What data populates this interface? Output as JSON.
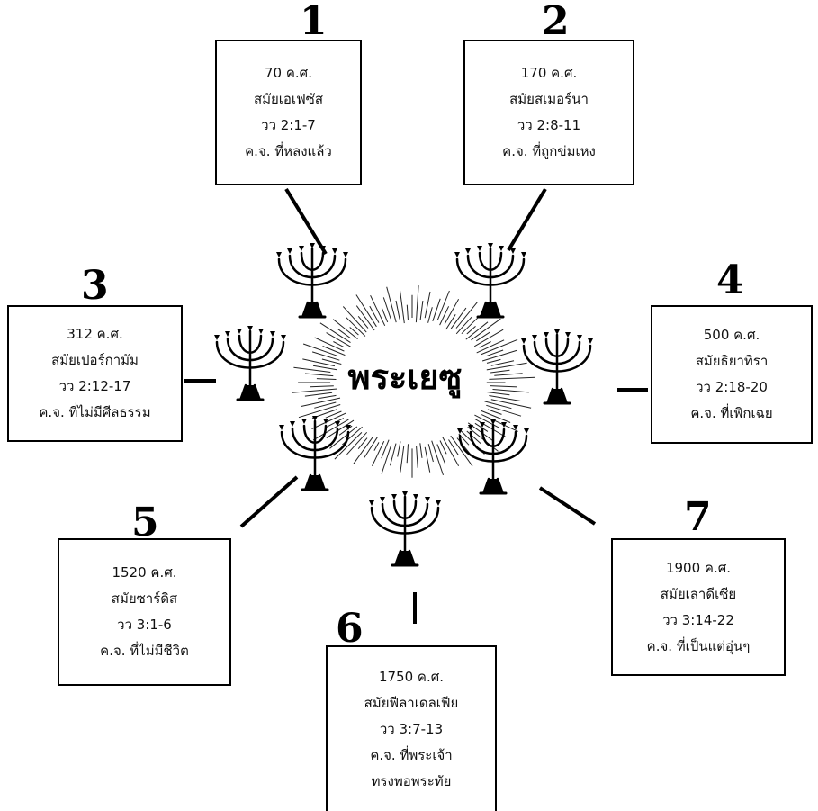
{
  "center": {
    "label": "พระเยซู"
  },
  "churches": [
    {
      "number": "1",
      "year": "70 ค.ศ.",
      "era": "สมัยเอเฟซัส",
      "verse": "วว 2:1-7",
      "description": [
        "ค.จ. ที่หลงแล้ว"
      ]
    },
    {
      "number": "2",
      "year": "170 ค.ศ.",
      "era": "สมัยสเมอร์นา",
      "verse": "วว 2:8-11",
      "description": [
        "ค.จ. ที่ถูกข่มเหง"
      ]
    },
    {
      "number": "3",
      "year": "312 ค.ศ.",
      "era": "สมัยเปอร์กามัม",
      "verse": "วว 2:12-17",
      "description": [
        "ค.จ. ที่ไม่มีศีลธรรม"
      ]
    },
    {
      "number": "4",
      "year": "500 ค.ศ.",
      "era": "สมัยธิยาทิรา",
      "verse": "วว 2:18-20",
      "description": [
        "ค.จ. ที่เพิกเฉย"
      ]
    },
    {
      "number": "5",
      "year": "1520 ค.ศ.",
      "era": "สมัยซาร์ดิส",
      "verse": "วว 3:1-6",
      "description": [
        "ค.จ. ที่ไม่มีชีวิต"
      ]
    },
    {
      "number": "6",
      "year": "1750 ค.ศ.",
      "era": "สมัยฟีลาเดลเฟีย",
      "verse": "วว 3:7-13",
      "description": [
        "ค.จ. ที่พระเจ้า",
        "ทรงพอพระทัย"
      ]
    },
    {
      "number": "7",
      "year": "1900 ค.ศ.",
      "era": "สมัยเลาดีเซีย",
      "verse": "วว 3:14-22",
      "description": [
        "ค.จ. ที่เป็นแต่อุ่นๆ"
      ]
    }
  ]
}
